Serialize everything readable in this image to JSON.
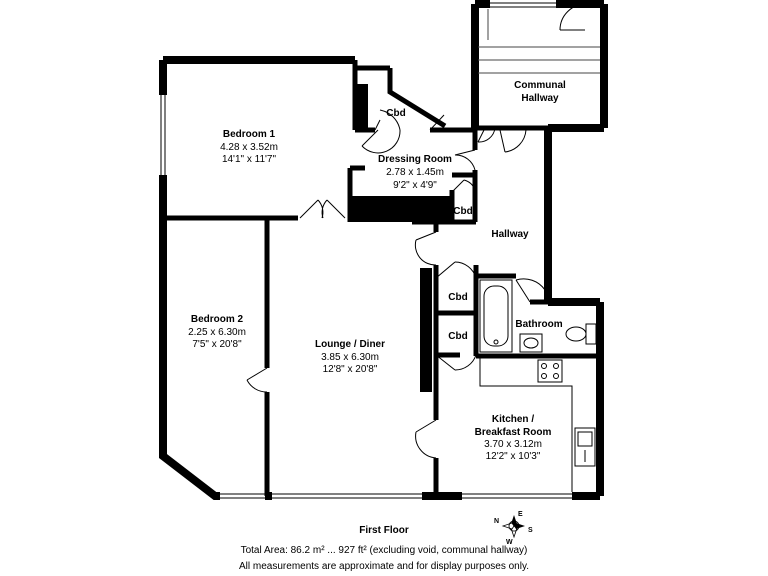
{
  "rooms": {
    "bedroom1": {
      "name": "Bedroom 1",
      "metric": "4.28 x 3.52m",
      "imperial": "14'1\" x 11'7\""
    },
    "dressing": {
      "name": "Dressing Room",
      "metric": "2.78 x 1.45m",
      "imperial": "9'2\" x 4'9\""
    },
    "cbd_top": {
      "name": "Cbd"
    },
    "cbd_dress": {
      "name": "Cbd"
    },
    "communal": {
      "name_line1": "Communal",
      "name_line2": "Hallway"
    },
    "hallway": {
      "name": "Hallway"
    },
    "cbd_upper": {
      "name": "Cbd"
    },
    "cbd_lower": {
      "name": "Cbd"
    },
    "bathroom": {
      "name": "Bathroom"
    },
    "bedroom2": {
      "name": "Bedroom 2",
      "metric": "2.25 x 6.30m",
      "imperial": "7'5\" x 20'8\""
    },
    "lounge": {
      "name": "Lounge / Diner",
      "metric": "3.85 x 6.30m",
      "imperial": "12'8\" x 20'8\""
    },
    "kitchen": {
      "name_line1": "Kitchen /",
      "name_line2": "Breakfast Room",
      "metric": "3.70 x 3.12m",
      "imperial": "12'2\" x 10'3\""
    }
  },
  "compass": {
    "n": "N",
    "e": "E",
    "s": "S",
    "w": "W"
  },
  "footer": {
    "floor": "First Floor",
    "total_area": "Total Area: 86.2 m² ... 927 ft² (excluding void, communal hallway)",
    "disclaimer": "All measurements are approximate and for display purposes only."
  },
  "colors": {
    "wall": "#000000",
    "background": "#ffffff",
    "thin_line": "#444444"
  }
}
